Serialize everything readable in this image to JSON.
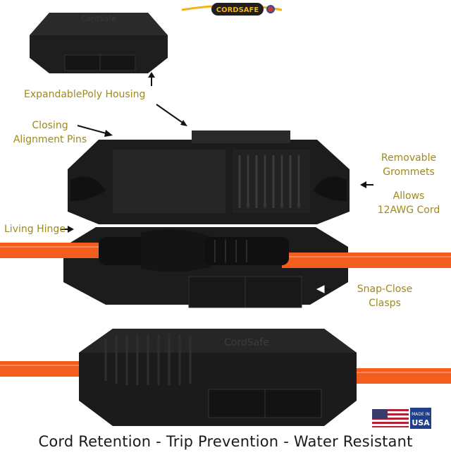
{
  "brand": {
    "logo_text": "CORDSAFE",
    "case_embossing": "CordSafe",
    "colors": {
      "label": "#9c8a1e",
      "cord": "#f35d1e",
      "case": "#1c1c1c",
      "logo_badge": "#1f1f1f",
      "logo_text": "#f2b21c"
    }
  },
  "labels": {
    "housing": "ExpandablePoly Housing",
    "closing_line1": "Closing",
    "closing_line2": "Alignment Pins",
    "grommets_line1": "Removable",
    "grommets_line2": "Grommets",
    "allows_line1": "Allows",
    "allows_line2": "12AWG Cord",
    "hinge": "Living Hinge",
    "clasps_line1": "Snap-Close",
    "clasps_line2": "Clasps"
  },
  "badge": {
    "line1": "MADE IN",
    "line2": "USA"
  },
  "footer": "Cord Retention - Trip Prevention - Water Resistant"
}
